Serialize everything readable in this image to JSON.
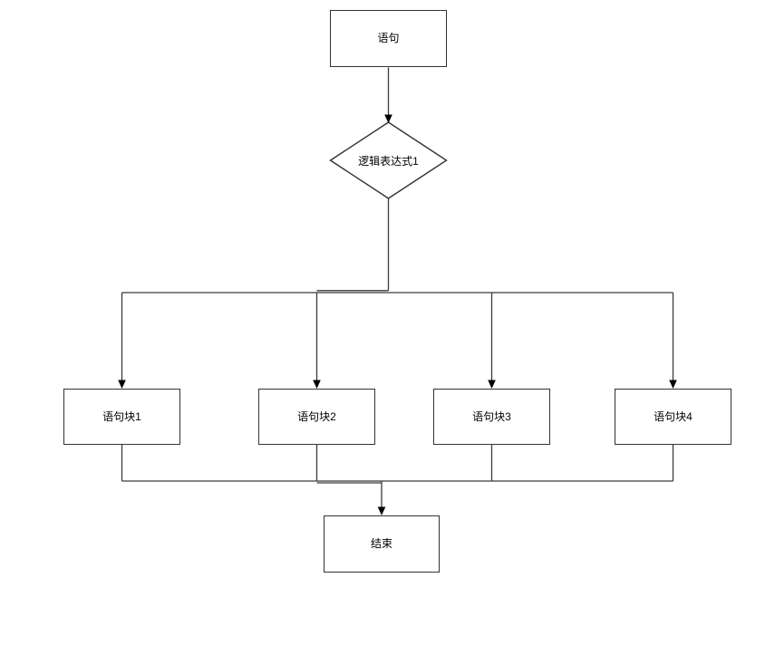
{
  "diagram": {
    "type": "flowchart",
    "colors": {
      "background": "#ffffff",
      "shape_fill": "#ffffff",
      "shape_stroke": "#333333",
      "connector": "#3a3a3a",
      "arrowhead": "#000000",
      "text": "#000000"
    },
    "nodes": {
      "start": {
        "label": "语句",
        "shape": "rectangle"
      },
      "decision": {
        "label": "逻辑表达式1",
        "shape": "diamond"
      },
      "block1": {
        "label": "语句块1",
        "shape": "rectangle"
      },
      "block2": {
        "label": "语句块2",
        "shape": "rectangle"
      },
      "block3": {
        "label": "语句块3",
        "shape": "rectangle"
      },
      "block4": {
        "label": "语句块4",
        "shape": "rectangle"
      },
      "end": {
        "label": "结束",
        "shape": "rectangle"
      }
    },
    "edges": [
      {
        "from": "start",
        "to": "decision"
      },
      {
        "from": "decision",
        "to": "block1"
      },
      {
        "from": "decision",
        "to": "block2"
      },
      {
        "from": "decision",
        "to": "block3"
      },
      {
        "from": "decision",
        "to": "block4"
      },
      {
        "from": "block1",
        "to": "end"
      },
      {
        "from": "block2",
        "to": "end"
      },
      {
        "from": "block3",
        "to": "end"
      },
      {
        "from": "block4",
        "to": "end"
      }
    ]
  }
}
